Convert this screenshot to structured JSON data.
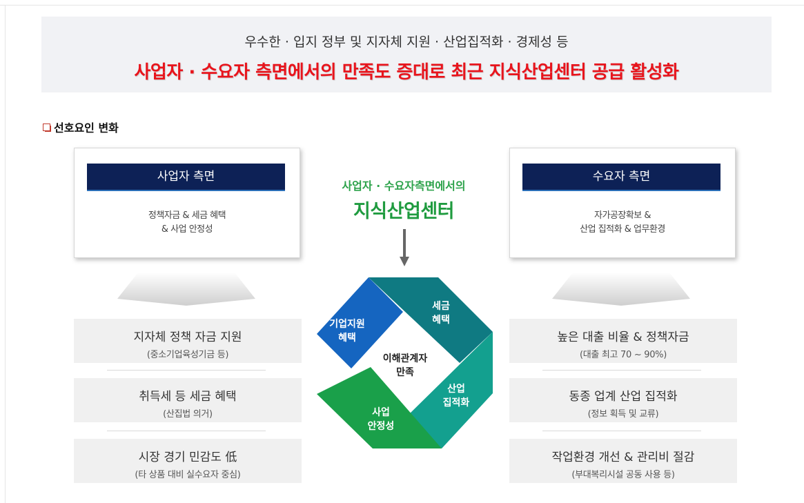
{
  "banner": {
    "subtitle": "우수한 · 입지 정부 및 지자체 지원 · 산업집적화 · 경제성 등",
    "headline": "사업자 · 수요자 측면에서의 만족도 증대로 최근 지식산업센터 공급 활성화"
  },
  "section": {
    "title": "선호요인 변화"
  },
  "left_card": {
    "header": "사업자 측면",
    "line1": "정책자금 & 세금 혜택",
    "line2": "& 사업 안정성"
  },
  "right_card": {
    "header": "수요자 측면",
    "line1": "자가공장확보 &",
    "line2": "산업 집적화 & 업무환경"
  },
  "center": {
    "caption_small": "사업자 · 수요자측면에서의",
    "caption_large": "지식산업센터",
    "core_line1": "이해관계자",
    "core_line2": "만족",
    "segments": {
      "top_left": {
        "line1": "기업지원",
        "line2": "혜택",
        "color": "#1565c0"
      },
      "top_right": {
        "line1": "세금",
        "line2": "혜택",
        "color": "#0f7a82"
      },
      "bottom_right": {
        "line1": "산업",
        "line2": "집적화",
        "color": "#13a08f"
      },
      "bottom_left": {
        "line1": "사업",
        "line2": "안정성",
        "color": "#1aa04a"
      }
    }
  },
  "left_items": [
    {
      "title": "지자체 정책 자금 지원",
      "sub": "(중소기업육성기금 등)"
    },
    {
      "title": "취득세 등 세금 혜택",
      "sub": "(산집법 의거)"
    },
    {
      "title": "시장 경기 민감도 低",
      "sub": "(타 상품 대비 실수요자 중심)"
    }
  ],
  "right_items": [
    {
      "title": "높은 대출 비율 & 정책자금",
      "sub": "(대출 최고 70 ~ 90%)"
    },
    {
      "title": "동종 업계 산업 집적화",
      "sub": "(정보 획득 및 교류)"
    },
    {
      "title": "작업환경 개선 & 관리비 절감",
      "sub": "(부대복리시설 공동 사용 등)"
    }
  ],
  "colors": {
    "headline_red": "#e8141c",
    "header_navy": "#0d2156",
    "caption_green": "#1f9b3f"
  }
}
